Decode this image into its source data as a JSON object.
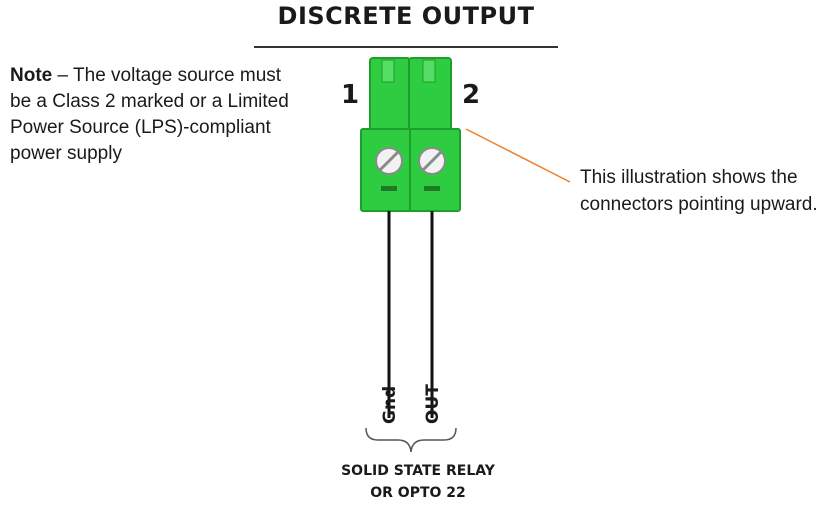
{
  "title": "DISCRETE OUTPUT",
  "note": {
    "lead": "Note",
    "text": " – The voltage source must be a Class 2 marked or a Limited Power Source (LPS)-compliant power supply"
  },
  "callout": "This illustration shows the connectors pointing upward.",
  "pins": {
    "p1": "1",
    "p2": "2"
  },
  "wires": {
    "gnd": "Gnd",
    "out": "OUT"
  },
  "footer": {
    "line1": "SOLID STATE RELAY",
    "line2": "OR OPTO 22"
  },
  "colors": {
    "connector": "#2ecc40",
    "connector_dark": "#1e9e2a",
    "leader": "#f07f2a",
    "wire": "#111111"
  }
}
